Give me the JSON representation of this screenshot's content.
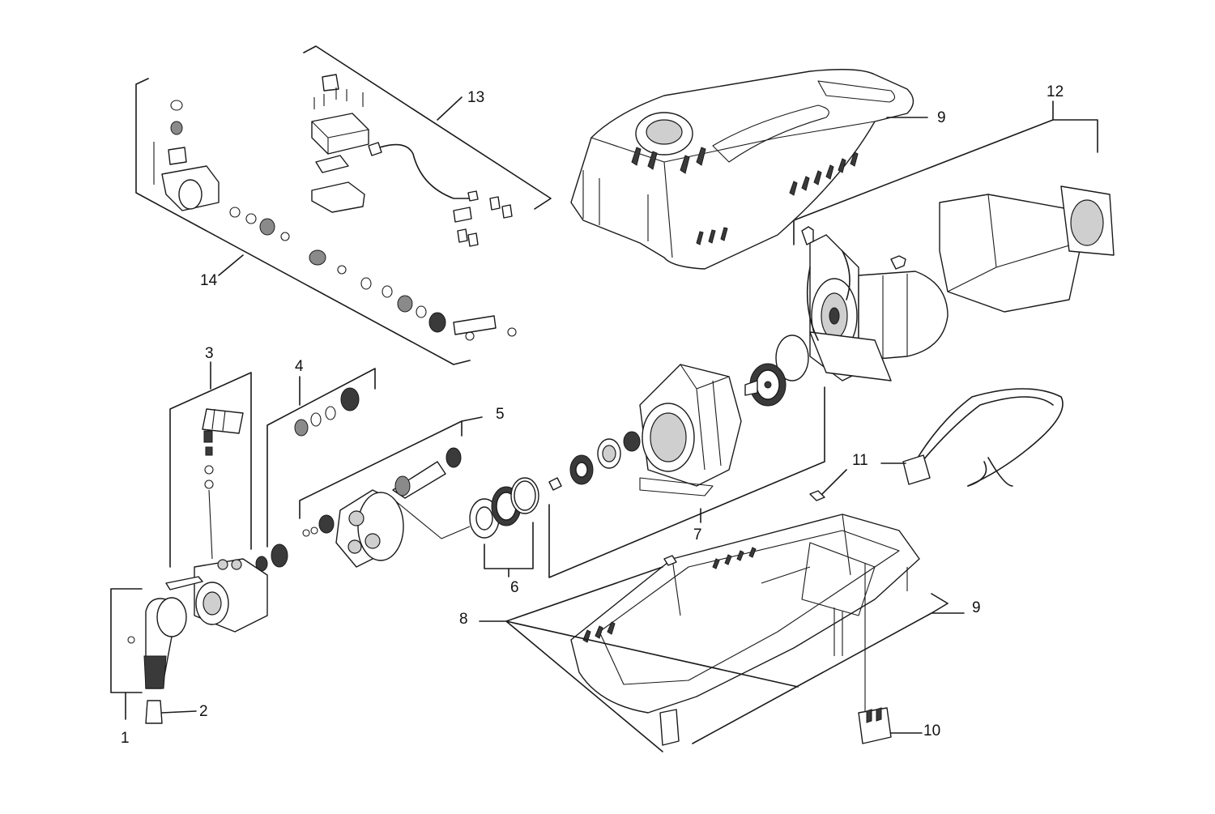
{
  "labels": {
    "part_1": "1",
    "part_2": "2",
    "part_3": "3",
    "part_4": "4",
    "part_5": "5",
    "part_6": "6",
    "part_7": "7",
    "part_8": "8",
    "part_9_top": "9",
    "part_9_bottom": "9",
    "part_10": "10",
    "part_11": "11",
    "part_12": "12",
    "part_13": "13",
    "part_14": "14"
  }
}
